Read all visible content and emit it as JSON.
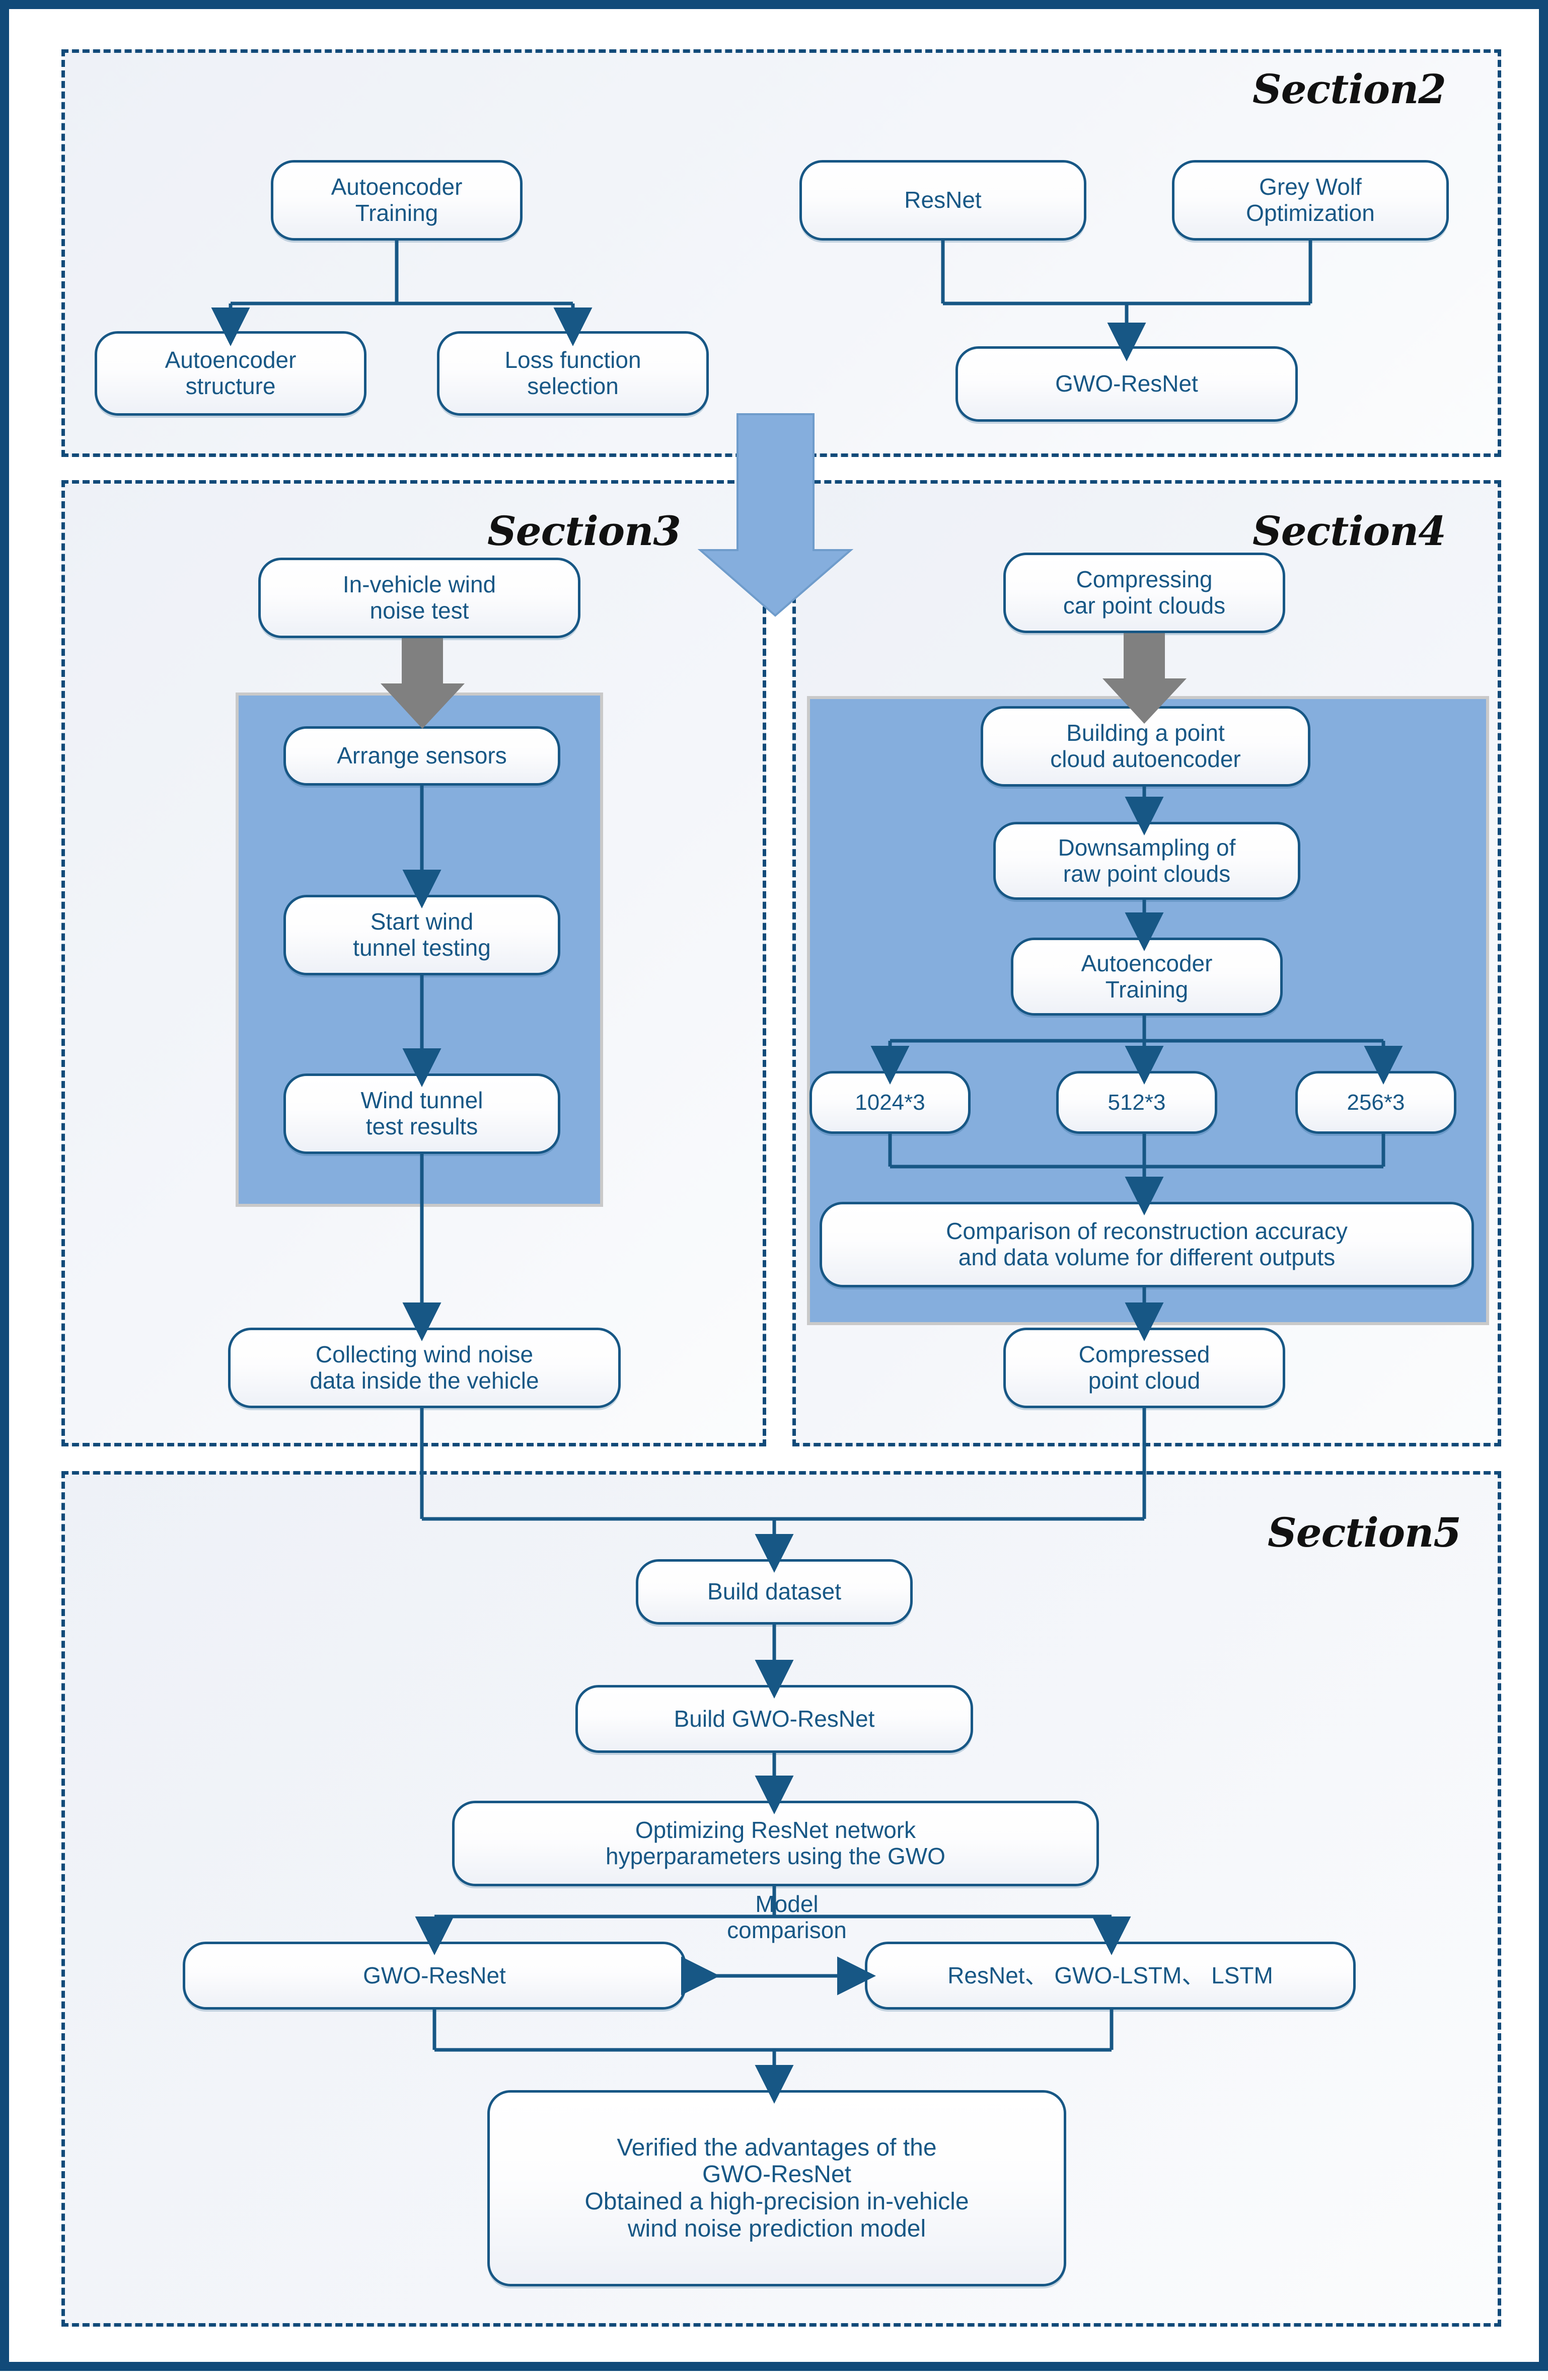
{
  "figure": {
    "type": "flowchart",
    "title": "Research methodology flowchart",
    "border_color": "#114a79",
    "node_border_color": "#175785",
    "node_text_color": "#175785",
    "blue_panel_color": "#85aedd",
    "grey_arrow_color": "#808080",
    "big_arrow_color": "#85aedd"
  },
  "sections": {
    "s2": {
      "label": "Section2"
    },
    "s3": {
      "label": "Section3"
    },
    "s4": {
      "label": "Section4"
    },
    "s5": {
      "label": "Section5"
    }
  },
  "nodes": {
    "autoencoder_training_s2": "Autoencoder\nTraining",
    "autoencoder_structure": "Autoencoder\nstructure",
    "loss_function_selection": "Loss function\nselection",
    "resnet": "ResNet",
    "grey_wolf_optimization": "Grey Wolf\nOptimization",
    "gwo_resnet_s2": "GWO-ResNet",
    "in_vehicle_wind_noise_test": "In-vehicle wind\nnoise test",
    "arrange_sensors": "Arrange sensors",
    "start_wind_tunnel_testing": "Start wind\ntunnel testing",
    "wind_tunnel_test_results": "Wind tunnel\ntest results",
    "collecting_wind_noise_data": "Collecting wind noise\ndata inside the vehicle",
    "compressing_car_point_clouds": "Compressing\ncar point clouds",
    "building_point_cloud_autoencoder": "Building a point\ncloud autoencoder",
    "downsampling_raw_point_clouds": "Downsampling of\nraw point clouds",
    "autoencoder_training_s4": "Autoencoder\nTraining",
    "out_1024": "1024*3",
    "out_512": "512*3",
    "out_256": "256*3",
    "comparison_reconstruction": "Comparison of reconstruction accuracy\nand data volume for different outputs",
    "compressed_point_cloud": "Compressed\npoint cloud",
    "build_dataset": "Build dataset",
    "build_gwo_resnet": "Build GWO-ResNet",
    "optimizing_resnet": "Optimizing ResNet network\nhyperparameters using the GWO",
    "gwo_resnet_s5": "GWO-ResNet",
    "baseline_models": "ResNet、 GWO-LSTM、 LSTM",
    "model_comparison_label": "Model\ncomparison",
    "conclusion": "Verified the advantages of the\nGWO-ResNet\nObtained a high-precision in-vehicle\nwind noise prediction model"
  }
}
